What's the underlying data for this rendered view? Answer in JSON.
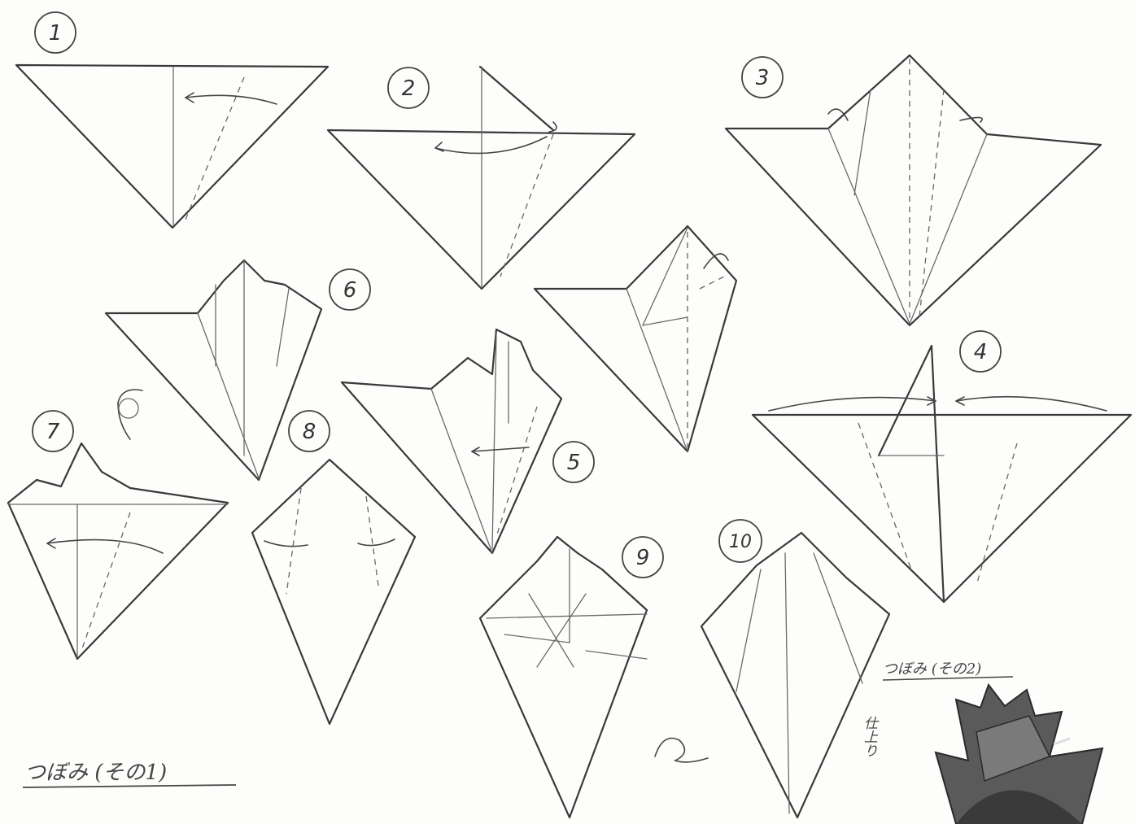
{
  "steps": [
    "1",
    "2",
    "3",
    "4",
    "5",
    "6",
    "7",
    "8",
    "9",
    "10"
  ],
  "title_main": "つぼみ (その1)",
  "title_alt": "つぼみ (その2)",
  "finished_label": "仕上り"
}
